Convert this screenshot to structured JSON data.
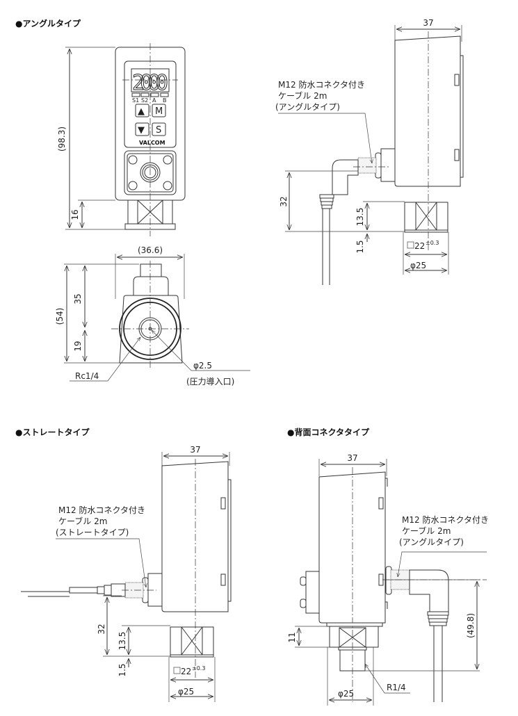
{
  "sections": {
    "angle": "●アングルタイプ",
    "straight": "●ストレートタイプ",
    "back": "●背面コネクタタイプ"
  },
  "front": {
    "lcd": "2000",
    "indicators": [
      "S1",
      "S2",
      "A",
      "B"
    ],
    "btn_up": "▲",
    "btn_m": "M",
    "btn_down": "▼",
    "btn_s": "S",
    "brand": "VALCOM"
  },
  "dims": {
    "h_total": "(98.3)",
    "h_fit": "16",
    "w_bottom": "(36.6)",
    "h_bottom": "(54)",
    "d35": "35",
    "d19": "19",
    "rc": "Rc1/4",
    "phi_port": "φ2.5",
    "port_label": "(圧力導入口)",
    "w37": "37",
    "d32": "32",
    "d13_5": "13.5",
    "d1_5": "1.5",
    "sq22": "22",
    "tol": "±0.3",
    "phi25": "φ25",
    "d11": "11",
    "d49_8": "(49.8)",
    "r14": "R1/4"
  },
  "labels": {
    "angle_cable": [
      "M12 防水コネクタ付き",
      "ケーブル 2m",
      "(アングルタイプ)"
    ],
    "straight_cable": [
      "M12 防水コネクタ付き",
      "ケーブル 2m",
      "(ストレートタイプ)"
    ],
    "back_cable": [
      "M12 防水コネクタ付き",
      "ケーブル 2m",
      "(アングルタイプ)"
    ]
  }
}
